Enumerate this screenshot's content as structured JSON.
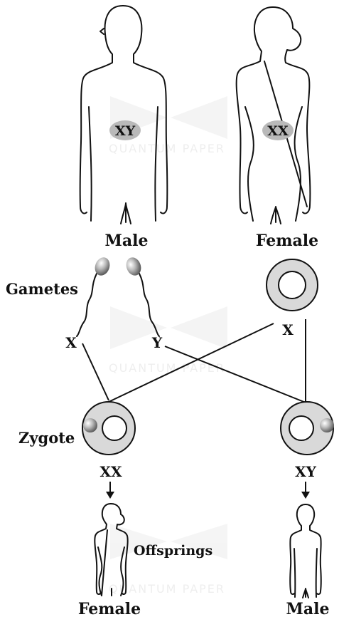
{
  "parents": {
    "male": {
      "label": "Male",
      "chromosomes": "XY"
    },
    "female": {
      "label": "Female",
      "chromosomes": "XX"
    }
  },
  "gametes": {
    "label": "Gametes",
    "sperm_x": "X",
    "sperm_y": "Y",
    "egg": "X"
  },
  "zygote": {
    "label": "Zygote",
    "left": "XX",
    "right": "XY"
  },
  "offspring": {
    "label": "Offsprings",
    "left": "Female",
    "right": "Male"
  },
  "watermark": "QUANTUM PAPER",
  "colors": {
    "line": "#111111",
    "chromosome_fill": "#b9b9b9",
    "ring_fill": "#d9d9d9",
    "watermark": "#e9e9e9"
  }
}
